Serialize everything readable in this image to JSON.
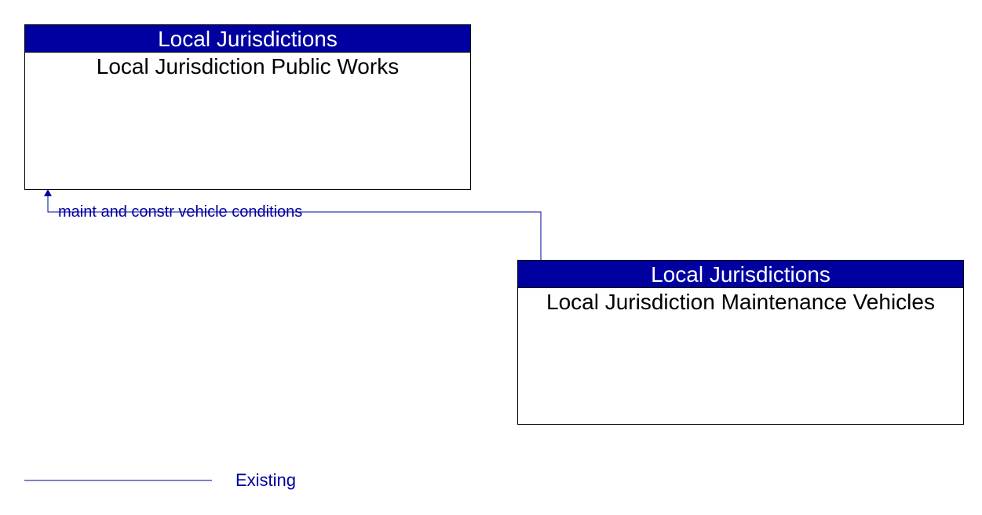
{
  "colors": {
    "header_fill": "#0000a0",
    "flow_color": "#0000a0",
    "border": "#000000"
  },
  "nodes": [
    {
      "category": "Local Jurisdictions",
      "name": "Local Jurisdiction Public Works"
    },
    {
      "category": "Local Jurisdictions",
      "name": "Local Jurisdiction Maintenance Vehicles"
    }
  ],
  "flows": [
    {
      "label": "maint and constr vehicle conditions",
      "from": "Local Jurisdiction Maintenance Vehicles",
      "to": "Local Jurisdiction Public Works",
      "status": "Existing"
    }
  ],
  "legend": {
    "items": [
      {
        "label": "Existing"
      }
    ]
  }
}
